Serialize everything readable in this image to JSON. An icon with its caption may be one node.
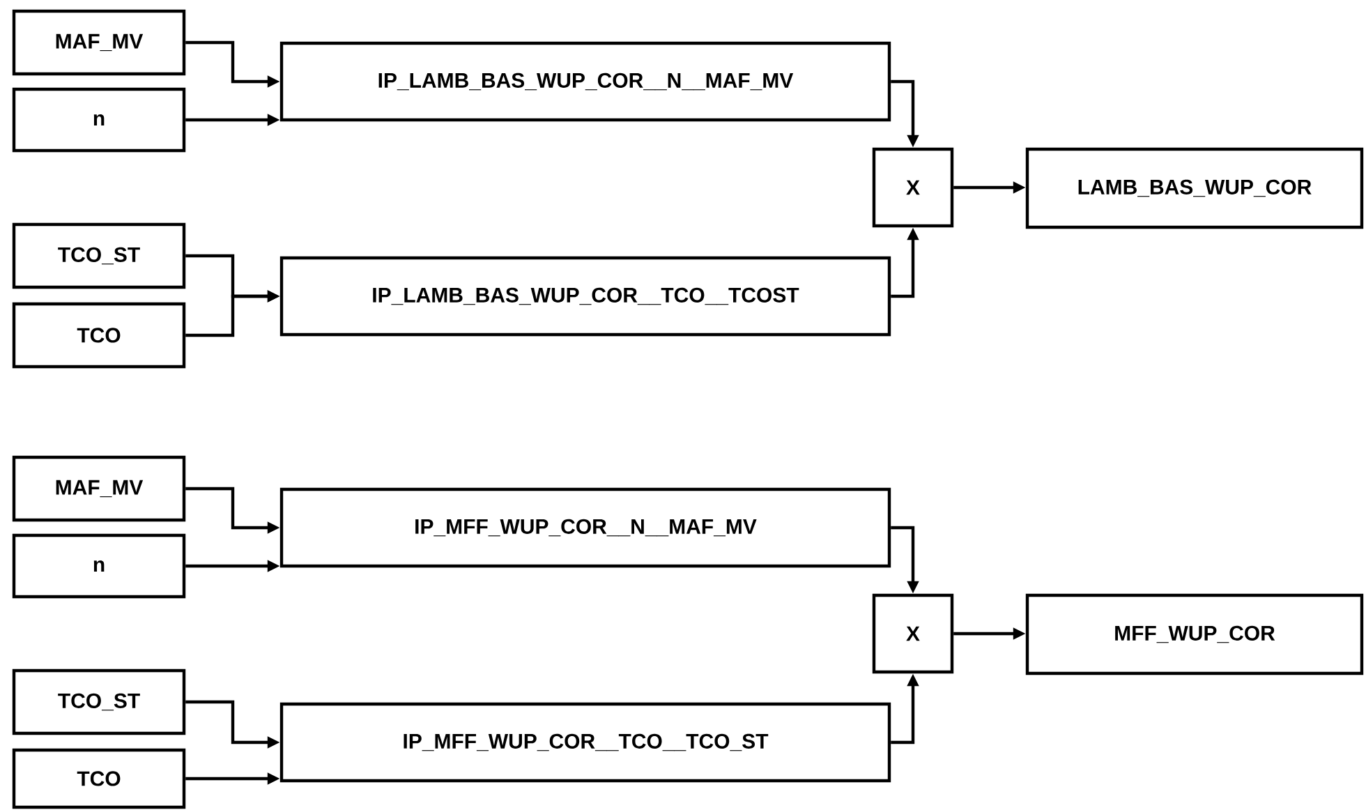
{
  "diagram": {
    "nodes": [
      {
        "text": [
          "MAF_MV"
        ]
      },
      {
        "text": [
          "n"
        ]
      },
      {
        "text": [
          "IP_LAMB_BAS_WUP_COR__N__MAF_MV"
        ]
      },
      {
        "text": [
          "TCO_ST"
        ]
      },
      {
        "text": [
          "TCO"
        ]
      },
      {
        "text": [
          "IP_LAMB_BAS_WUP_COR__TCO__TCOST"
        ]
      },
      {
        "text": [
          "X"
        ]
      },
      {
        "text": [
          "LAMB_BAS_WUP_COR"
        ]
      },
      {
        "text": [
          "MAF_MV"
        ]
      },
      {
        "text": [
          "n"
        ]
      },
      {
        "text": [
          "IP_MFF_WUP_COR__N__MAF_MV"
        ]
      },
      {
        "text": [
          "TCO_ST"
        ]
      },
      {
        "text": [
          "TCO"
        ]
      },
      {
        "text": [
          "IP_MFF_WUP_COR__TCO__TCO_ST"
        ]
      },
      {
        "text": [
          "X"
        ]
      },
      {
        "text": [
          "MFF_WUP_COR"
        ]
      }
    ],
    "edges": [
      {
        "from": 0,
        "to": 2,
        "arrow": "to"
      },
      {
        "from": 1,
        "to": 2,
        "arrow": "to"
      },
      {
        "from": 3,
        "to": 5,
        "arrow": "to"
      },
      {
        "from": 4,
        "to": 5,
        "arrow": "to"
      },
      {
        "from": 2,
        "to": 6,
        "arrow": "to"
      },
      {
        "from": 5,
        "to": 6,
        "arrow": "to"
      },
      {
        "from": 6,
        "to": 7,
        "arrow": "to"
      },
      {
        "from": 8,
        "to": 10,
        "arrow": "to"
      },
      {
        "from": 9,
        "to": 10,
        "arrow": "to"
      },
      {
        "from": 11,
        "to": 13,
        "arrow": "to"
      },
      {
        "from": 12,
        "to": 13,
        "arrow": "to"
      },
      {
        "from": 10,
        "to": 14,
        "arrow": "to"
      },
      {
        "from": 13,
        "to": 14,
        "arrow": "to"
      },
      {
        "from": 14,
        "to": 15,
        "arrow": "to"
      }
    ]
  }
}
